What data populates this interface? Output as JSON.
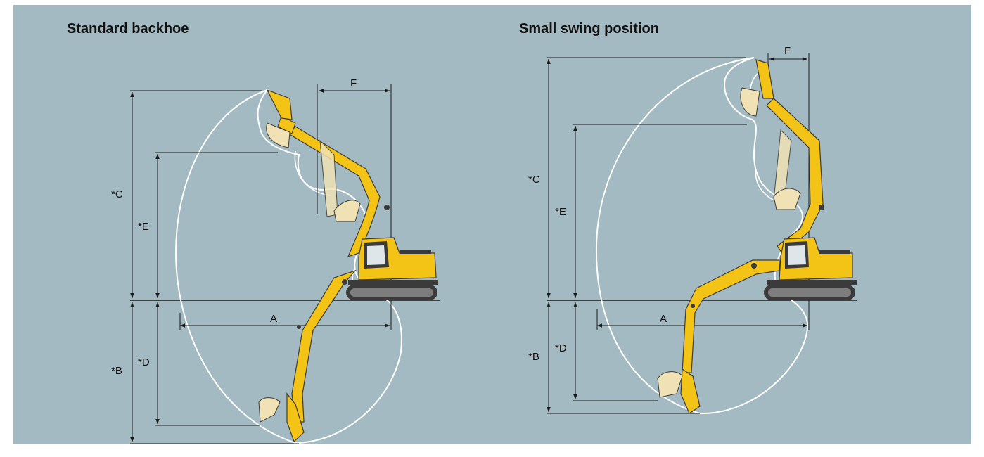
{
  "figures": [
    {
      "title": "Standard backhoe",
      "labels": {
        "A": "A",
        "B": "*B",
        "C": "*C",
        "D": "*D",
        "E": "*E",
        "F": "F"
      }
    },
    {
      "title": "Small swing position",
      "labels": {
        "A": "A",
        "B": "*B",
        "C": "*C",
        "D": "*D",
        "E": "*E",
        "F": "F"
      }
    }
  ],
  "colors": {
    "background": "#a4bac2",
    "machine": "#f3c316",
    "machine_dark": "#3b3b3b",
    "envelope": "#ffffff",
    "bucket_ghost": "#f0e2b4",
    "dimension_line": "#1a1a1a"
  }
}
